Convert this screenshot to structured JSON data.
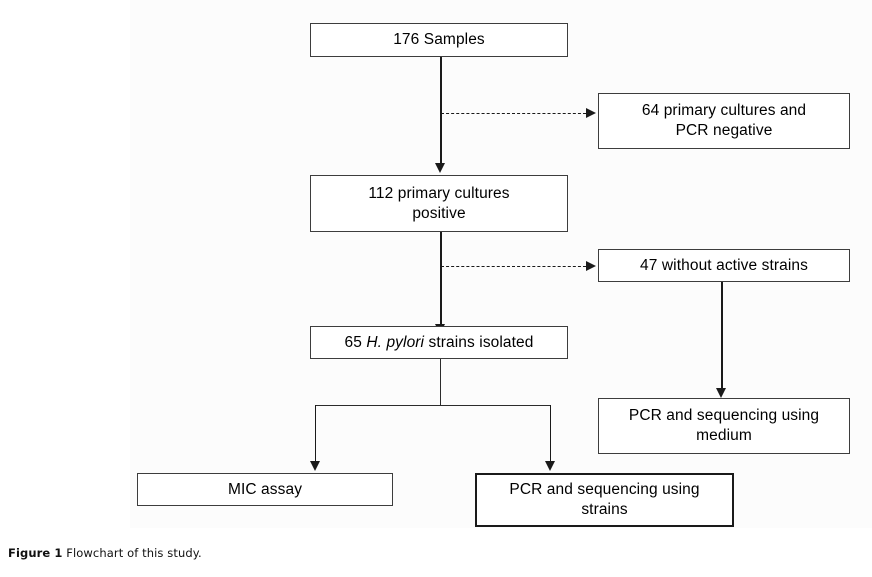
{
  "figure": {
    "caption_label": "Figure 1",
    "caption_text": "Flowchart of this study.",
    "colors": {
      "box_border": "#3d3d3d",
      "box_border_emphasis": "#1a1a1a",
      "connector": "#1a1a1a",
      "background": "#ffffff",
      "panel": "#fcfcfc",
      "text": "#000000"
    }
  },
  "chart_data": {
    "type": "diagram",
    "title": "Flowchart of this study",
    "nodes": [
      {
        "id": "samples",
        "label": "176 Samples",
        "value": 176,
        "emphasis": false
      },
      {
        "id": "excluded1",
        "label": "64 primary cultures and PCR negative",
        "value": 64,
        "emphasis": false
      },
      {
        "id": "primary_pos",
        "label": "112 primary cultures positive",
        "value": 112,
        "emphasis": false
      },
      {
        "id": "no_active",
        "label": "47 without active strains",
        "value": 47,
        "emphasis": false
      },
      {
        "id": "strains",
        "label": "65 H. pylori strains isolated",
        "value": 65,
        "emphasis": false
      },
      {
        "id": "pcr_medium",
        "label": "PCR and sequencing using medium",
        "value": null,
        "emphasis": false
      },
      {
        "id": "mic",
        "label": "MIC assay",
        "value": null,
        "emphasis": false
      },
      {
        "id": "pcr_strains",
        "label": "PCR and sequencing using strains",
        "value": null,
        "emphasis": true
      }
    ],
    "edges": [
      {
        "from": "samples",
        "to": "primary_pos",
        "style": "solid",
        "arrow": "down"
      },
      {
        "from": "samples",
        "to": "excluded1",
        "style": "dashed",
        "arrow": "right"
      },
      {
        "from": "primary_pos",
        "to": "strains",
        "style": "solid",
        "arrow": "down"
      },
      {
        "from": "primary_pos",
        "to": "no_active",
        "style": "dashed",
        "arrow": "right"
      },
      {
        "from": "no_active",
        "to": "pcr_medium",
        "style": "solid",
        "arrow": "down"
      },
      {
        "from": "strains",
        "to": "mic",
        "style": "solid",
        "arrow": "down"
      },
      {
        "from": "strains",
        "to": "pcr_strains",
        "style": "solid",
        "arrow": "down"
      }
    ]
  },
  "boxes": {
    "samples": {
      "line1": "176 Samples"
    },
    "excluded_cultures": {
      "line1": "64 primary cultures and",
      "line2": "PCR negative"
    },
    "primary_positive": {
      "line1": "112 primary cultures",
      "line2": "positive"
    },
    "without_active": {
      "line1": "47 without active strains"
    },
    "strains_isolated": {
      "pre": "65 ",
      "italic": "H. pylori",
      "post": " strains isolated"
    },
    "pcr_medium": {
      "line1": "PCR and sequencing using",
      "line2": "medium"
    },
    "mic_assay": {
      "line1": "MIC assay"
    },
    "pcr_strains": {
      "line1": "PCR and sequencing using",
      "line2": "strains"
    }
  }
}
